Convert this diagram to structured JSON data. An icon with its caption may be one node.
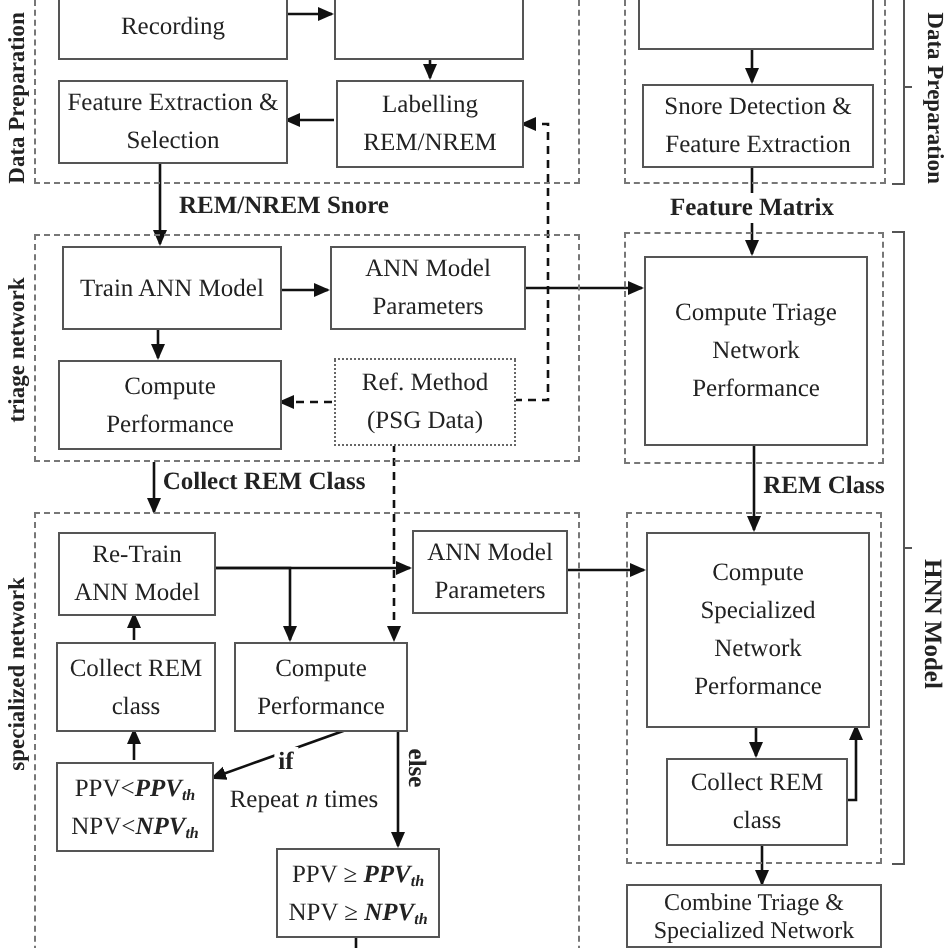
{
  "diagram": {
    "nodes": [
      {
        "text": [
          "Data Preparation"
        ]
      },
      {
        "text": [
          "Recording"
        ],
        "in": 0
      },
      {
        "text": [],
        "shape": "box",
        "in": 0
      },
      {
        "text": [
          "Feature Extraction & Selection"
        ],
        "in": 0
      },
      {
        "text": [
          "Labelling REM/NREM"
        ],
        "in": 0
      },
      {
        "text": [
          "Data Preparation"
        ]
      },
      {
        "text": [],
        "shape": "box",
        "in": 5
      },
      {
        "text": [
          "Snore Detection & Feature Extraction"
        ],
        "in": 5
      },
      {
        "text": [
          "triage network"
        ]
      },
      {
        "text": [
          "Train ANN Model"
        ],
        "in": 8
      },
      {
        "text": [
          "ANN Model Parameters"
        ],
        "in": 8
      },
      {
        "text": [
          "Compute Performance"
        ],
        "in": 8
      },
      {
        "text": [
          "Ref. Method (PSG Data)"
        ],
        "in": 8
      },
      {
        "text": [],
        "shape": "box"
      },
      {
        "text": [
          "Compute Triage Network Performance"
        ],
        "in": 13
      },
      {
        "text": [
          "specialized network"
        ]
      },
      {
        "text": [
          "Re-Train ANN Model"
        ],
        "in": 15
      },
      {
        "text": [
          "ANN Model Parameters"
        ],
        "in": 15
      },
      {
        "text": [
          "Collect REM class"
        ],
        "in": 15
      },
      {
        "text": [
          "Compute Performance"
        ],
        "in": 15
      },
      {
        "text": [
          "PPV<**PPV**$_{th}$ NPV<**NPV**$_{th}$"
        ],
        "in": 15
      },
      {
        "text": [
          "PPV ≥ **PPV**$_{th}$ NPV ≥ **NPV**$_{th}$"
        ],
        "in": 15
      },
      {
        "text": [],
        "shape": "box"
      },
      {
        "text": [
          "Compute Specialized Network Performance"
        ],
        "in": 22
      },
      {
        "text": [
          "Collect REM class"
        ],
        "in": 22
      },
      {
        "text": [
          "Combine Triage & Specialized Network"
        ]
      }
    ],
    "edges": [
      {
        "from": 1,
        "to": 2,
        "arrow": "to"
      },
      {
        "from": 2,
        "to": 4,
        "arrow": "to"
      },
      {
        "from": 4,
        "to": 3,
        "arrow": "to"
      },
      {
        "from": 3,
        "to": 9,
        "arrow": "to",
        "label": "REM/NREM Snore"
      },
      {
        "from": 6,
        "to": 7,
        "arrow": "to"
      },
      {
        "from": 7,
        "to": 14,
        "arrow": "to",
        "label": "Feature Matrix"
      },
      {
        "from": 9,
        "to": 10,
        "arrow": "to"
      },
      {
        "from": 9,
        "to": 11,
        "arrow": "to"
      },
      {
        "from": 10,
        "to": 14,
        "arrow": "to"
      },
      {
        "from": 12,
        "to": 11,
        "arrow": "to",
        "style": "dashed"
      },
      {
        "from": 12,
        "to": 4,
        "arrow": "to",
        "style": "dashed"
      },
      {
        "from": 12,
        "to": 19,
        "arrow": "to",
        "style": "dashed"
      },
      {
        "from": 14,
        "to": 23,
        "arrow": "to",
        "label": "REM Class"
      },
      {
        "from": 8,
        "to": 15,
        "arrow": "to",
        "label": "Collect REM Class"
      },
      {
        "from": 16,
        "to": 17,
        "arrow": "to"
      },
      {
        "from": 16,
        "to": 19,
        "arrow": "to"
      },
      {
        "from": 17,
        "to": 23,
        "arrow": "to"
      },
      {
        "from": 19,
        "to": 20,
        "arrow": "to",
        "label": "if"
      },
      {
        "from": 19,
        "to": 21,
        "arrow": "to",
        "label": "else"
      },
      {
        "from": 20,
        "to": 18,
        "arrow": "to"
      },
      {
        "from": 18,
        "to": 16,
        "arrow": "to"
      },
      {
        "from": 23,
        "to": 24,
        "arrow": "to"
      },
      {
        "from": 24,
        "to": 23,
        "arrow": "to"
      },
      {
        "from": 24,
        "to": 25,
        "arrow": "to"
      },
      {
        "from": 21,
        "to": null,
        "arrow": "none"
      }
    ],
    "labels": [
      "Repeat *n* times",
      "HNN Model"
    ]
  }
}
